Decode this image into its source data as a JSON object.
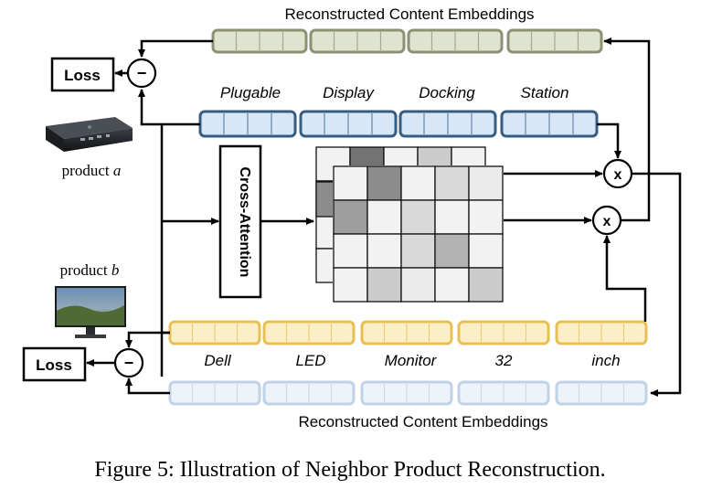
{
  "top_heading": "Reconstructed Content Embeddings",
  "bottom_heading": "Reconstructed Content Embeddings",
  "loss_label": "Loss",
  "minus_symbol": "−",
  "times_symbol": "x",
  "cross_attention_label": "Cross-Attention",
  "product_a": {
    "prefix": "product",
    "letter": "a",
    "image": "docking-station-image"
  },
  "product_b": {
    "prefix": "product",
    "letter": "b",
    "image": "monitor-image"
  },
  "tokens_a": [
    "Plugable",
    "Display",
    "Docking",
    "Station"
  ],
  "tokens_b": [
    "Dell",
    "LED",
    "Monitor",
    "32",
    "inch"
  ],
  "caption": "Figure 5: Illustration of Neighbor Product Reconstruction.",
  "colors": {
    "recon_top_fill": "#dfe4cf",
    "recon_top_stroke": "#8d9174",
    "emb_a_fill": "#d8e7f7",
    "emb_a_stroke": "#365c82",
    "emb_b_fill": "#fcefc8",
    "emb_b_stroke": "#e8bf52",
    "recon_bottom_fill": "#eef3fa",
    "recon_bottom_stroke": "#bfd2e6"
  },
  "attention_matrix": {
    "rows": 4,
    "cols": 5,
    "front_shades": [
      [
        0.95,
        0.55,
        0.95,
        0.85,
        0.92
      ],
      [
        0.62,
        0.95,
        0.85,
        0.95,
        0.95
      ],
      [
        0.95,
        0.95,
        0.85,
        0.7,
        0.95
      ],
      [
        0.95,
        0.8,
        0.92,
        0.95,
        0.8
      ]
    ],
    "back_shades": [
      0.95,
      0.45,
      0.95,
      0.8,
      0.95
    ]
  }
}
